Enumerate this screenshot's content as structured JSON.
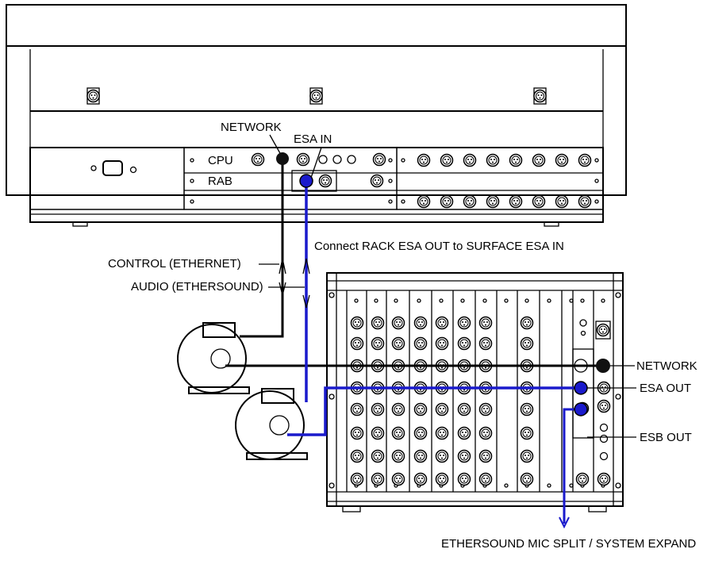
{
  "labels": {
    "network": "NETWORK",
    "esa_in": "ESA IN",
    "cpu": "CPU",
    "rab": "RAB",
    "connect_note": "Connect RACK ESA OUT to SURFACE ESA IN",
    "control": "CONTROL (ETHERNET)",
    "audio": "AUDIO (ETHERSOUND)",
    "rack_network": "NETWORK",
    "esa_out": "ESA OUT",
    "esb_out": "ESB OUT",
    "expand": "ETHERSOUND MIC SPLIT / SYSTEM EXPAND"
  },
  "colors": {
    "ethersound": "#1a1acc",
    "control": "#000000"
  }
}
